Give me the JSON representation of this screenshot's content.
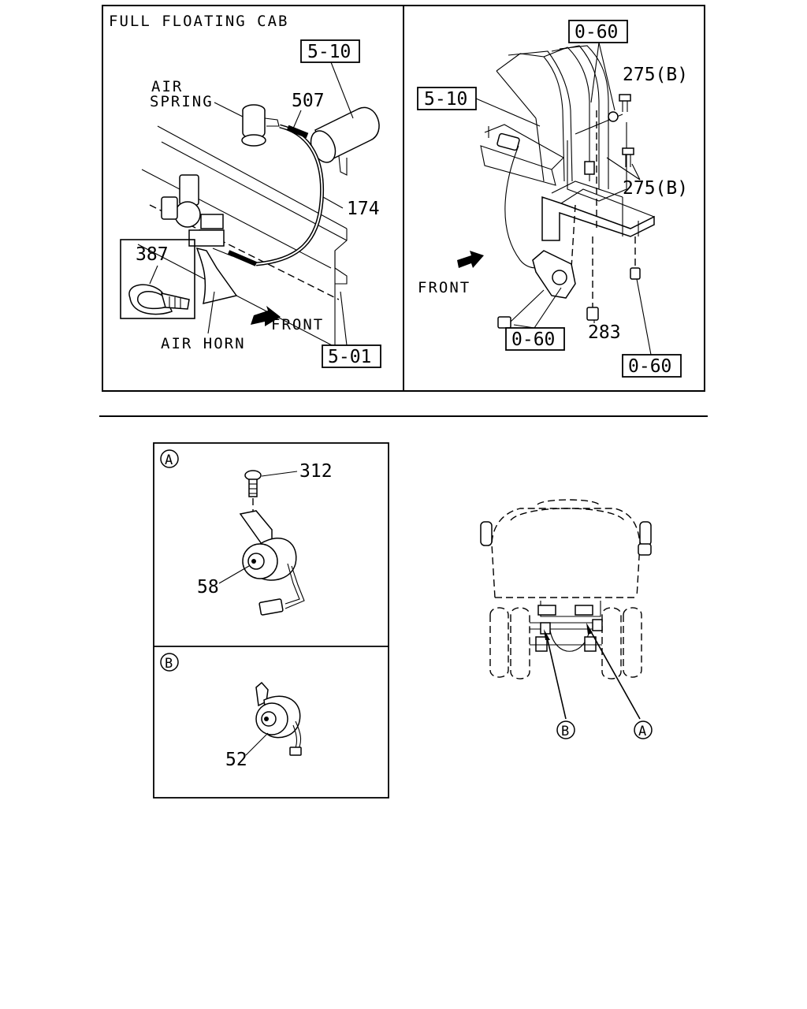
{
  "panel_top_left": {
    "title": "FULL FLOATING CAB",
    "labels": {
      "air_spring": [
        "AIR",
        "SPRING"
      ],
      "air_horn": "AIR HORN",
      "front": "FRONT",
      "part_507": "507",
      "part_174": "174",
      "part_387": "387"
    },
    "refs": {
      "ref_5_10": "5-10",
      "ref_5_01": "5-01"
    }
  },
  "panel_top_right": {
    "labels": {
      "front": "FRONT",
      "part_275b_top": "275(B)",
      "part_275b_mid": "275(B)",
      "part_283": "283"
    },
    "refs": {
      "ref_0_60_top": "0-60",
      "ref_5_10": "5-10",
      "ref_0_60_bottom_left": "0-60",
      "ref_0_60_bottom_right": "0-60"
    }
  },
  "detail_a": {
    "marker": "A",
    "part_312": "312",
    "part_58": "58"
  },
  "detail_b": {
    "marker": "B",
    "part_52": "52"
  },
  "truck_view": {
    "marker_b": "B",
    "marker_a": "A"
  }
}
